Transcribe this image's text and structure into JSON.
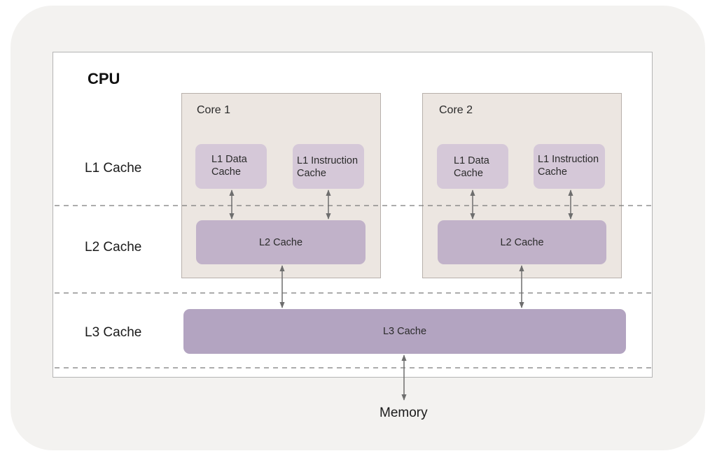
{
  "cpu": {
    "title": "CPU"
  },
  "levels": {
    "l1": "L1 Cache",
    "l2": "L2 Cache",
    "l3": "L3 Cache"
  },
  "cores": [
    {
      "title": "Core 1",
      "l1_data": [
        "L1 Data",
        "Cache"
      ],
      "l1_instruction": [
        "L1 Instruction",
        "Cache"
      ],
      "l2": "L2 Cache"
    },
    {
      "title": "Core 2",
      "l1_data": [
        "L1 Data",
        "Cache"
      ],
      "l1_instruction": [
        "L1 Instruction",
        "Cache"
      ],
      "l2": "L2 Cache"
    }
  ],
  "shared": {
    "l3": "L3 Cache"
  },
  "memory": {
    "label": "Memory"
  },
  "colors": {
    "outer_background": "#f3f2f0",
    "core_fill": "#ece6e1",
    "l1_fill": "#d5c8d8",
    "l2_fill": "#c1b2c9",
    "l3_fill": "#b3a4c1",
    "arrow": "#6e6e6e",
    "dashed_line": "#7a7a7a"
  }
}
